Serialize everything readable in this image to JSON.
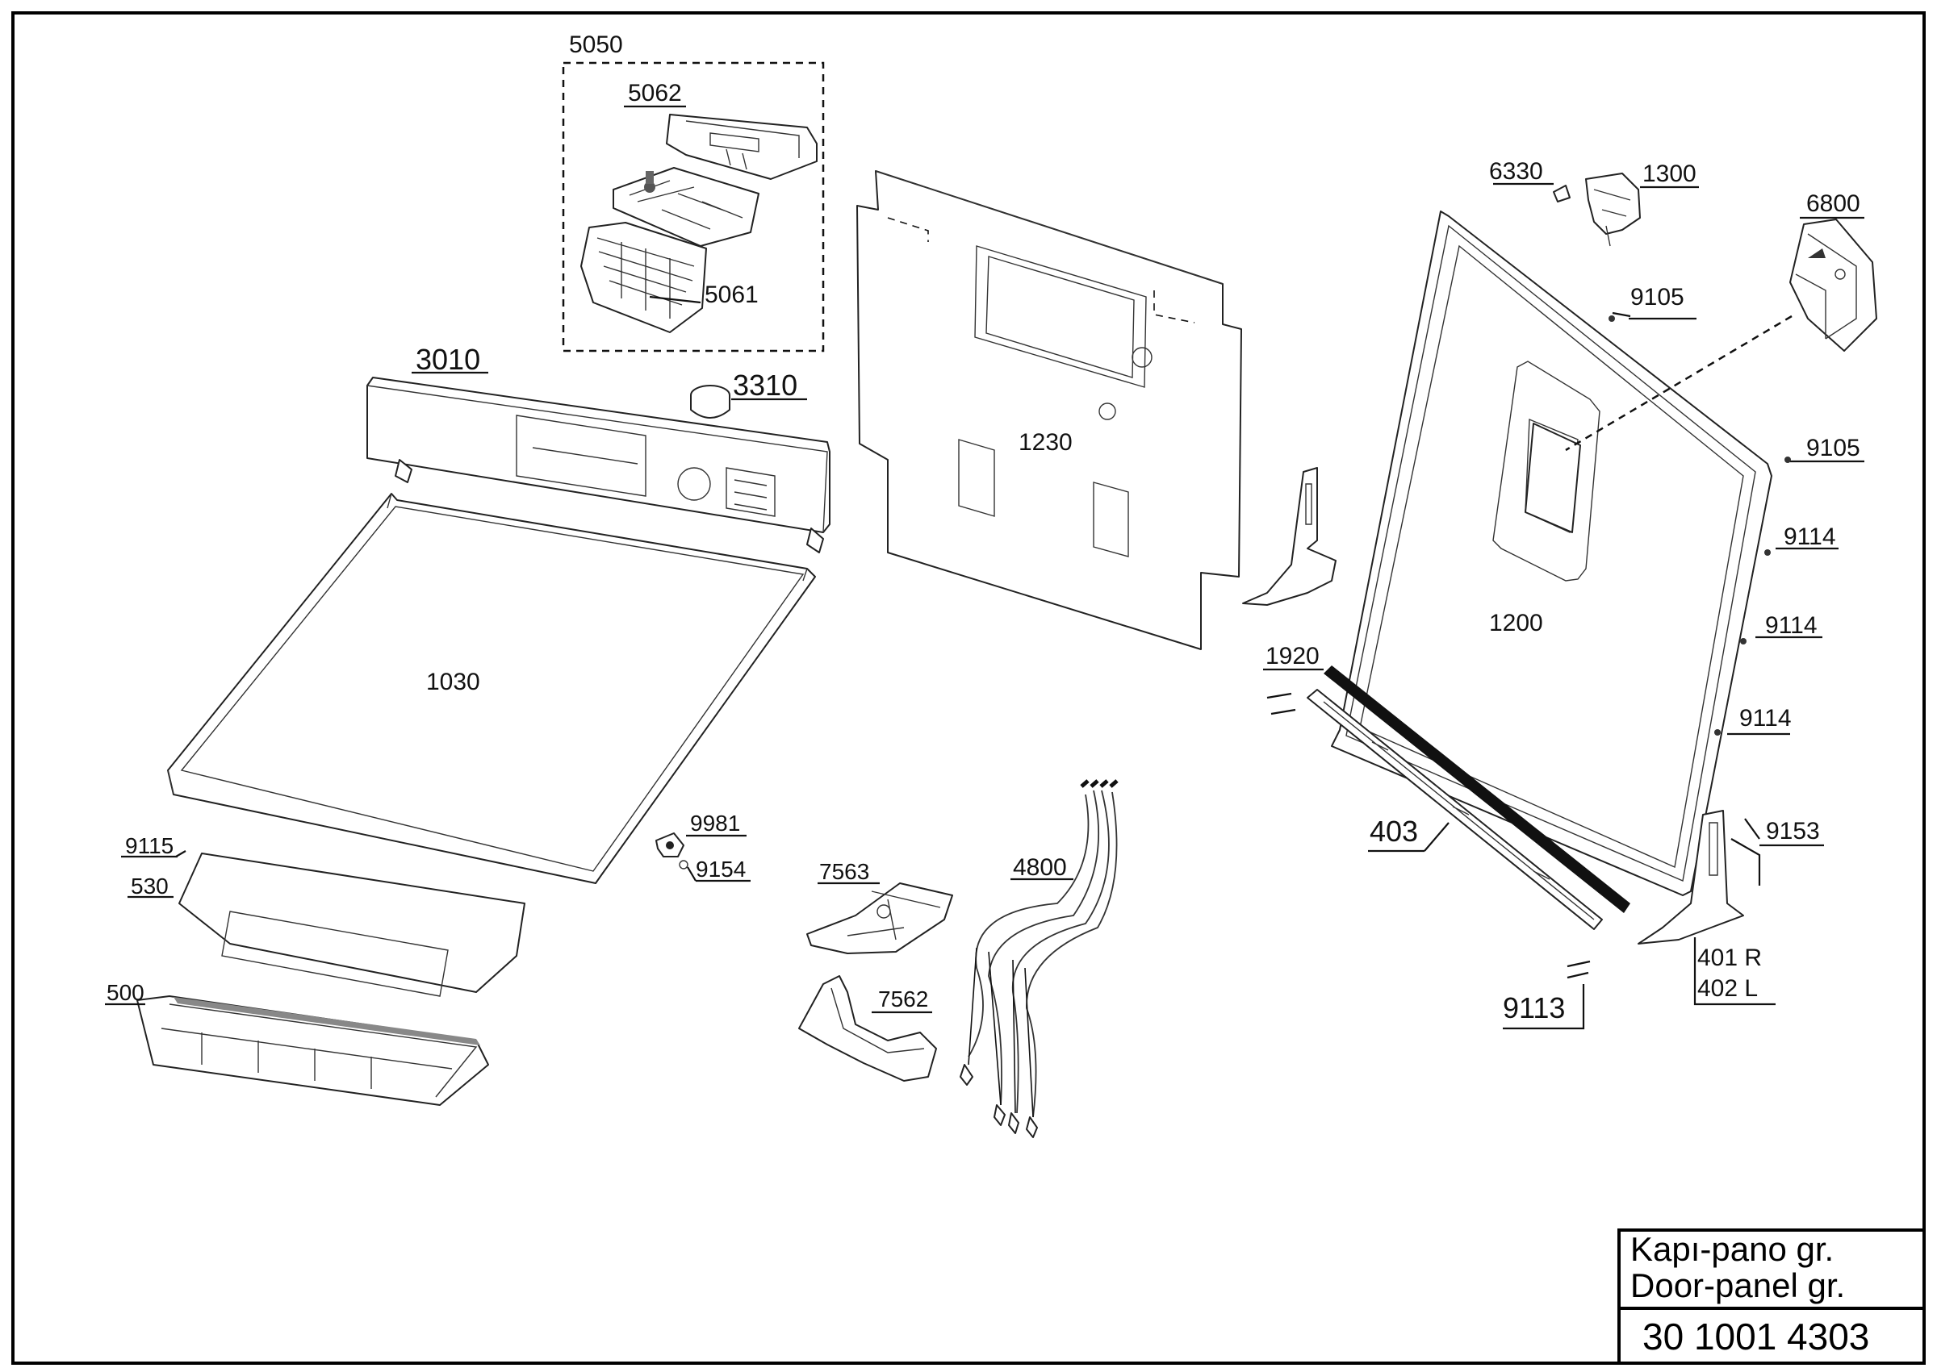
{
  "title_block": {
    "name_tr": "Kapı-pano gr.",
    "name_en": "Door-panel gr.",
    "code": "30 1001 4303"
  },
  "parts": {
    "p5050": "5050",
    "p5062": "5062",
    "p5061": "5061",
    "p3010": "3010",
    "p3310": "3310",
    "p1230": "1230",
    "p1030": "1030",
    "p6330": "6330",
    "p1300": "1300",
    "p6800": "6800",
    "p9105a": "9105",
    "p9105b": "9105",
    "p1200": "1200",
    "p9114a": "9114",
    "p9114b": "9114",
    "p9114c": "9114",
    "p1920": "1920",
    "p403": "403",
    "p9153": "9153",
    "p401": "401 R",
    "p402": "402 L",
    "p9113": "9113",
    "p9115": "9115",
    "p530": "530",
    "p500": "500",
    "p9981": "9981",
    "p9154": "9154",
    "p7563": "7563",
    "p7562": "7562",
    "p4800": "4800"
  }
}
